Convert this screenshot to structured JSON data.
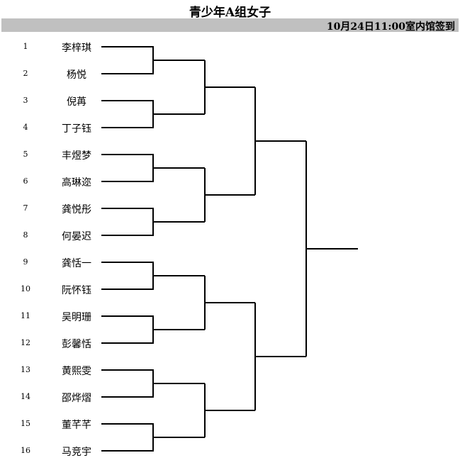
{
  "title": "青少年A组女子",
  "schedule": "10月24日11:00室内馆签到",
  "players": [
    {
      "seed": "1",
      "name": "李梓琪"
    },
    {
      "seed": "2",
      "name": "杨悦"
    },
    {
      "seed": "3",
      "name": "倪苒"
    },
    {
      "seed": "4",
      "name": "丁子钰"
    },
    {
      "seed": "5",
      "name": "丰煜梦"
    },
    {
      "seed": "6",
      "name": "高琳迩"
    },
    {
      "seed": "7",
      "name": "龚悦彤"
    },
    {
      "seed": "8",
      "name": "何晏迟"
    },
    {
      "seed": "9",
      "name": "龚恬一"
    },
    {
      "seed": "10",
      "name": "阮怀钰"
    },
    {
      "seed": "11",
      "name": "吴明珊"
    },
    {
      "seed": "12",
      "name": "彭馨恬"
    },
    {
      "seed": "13",
      "name": "黄熙雯"
    },
    {
      "seed": "14",
      "name": "邵烨熠"
    },
    {
      "seed": "15",
      "name": "董芊芊"
    },
    {
      "seed": "16",
      "name": "马竞宇"
    }
  ]
}
